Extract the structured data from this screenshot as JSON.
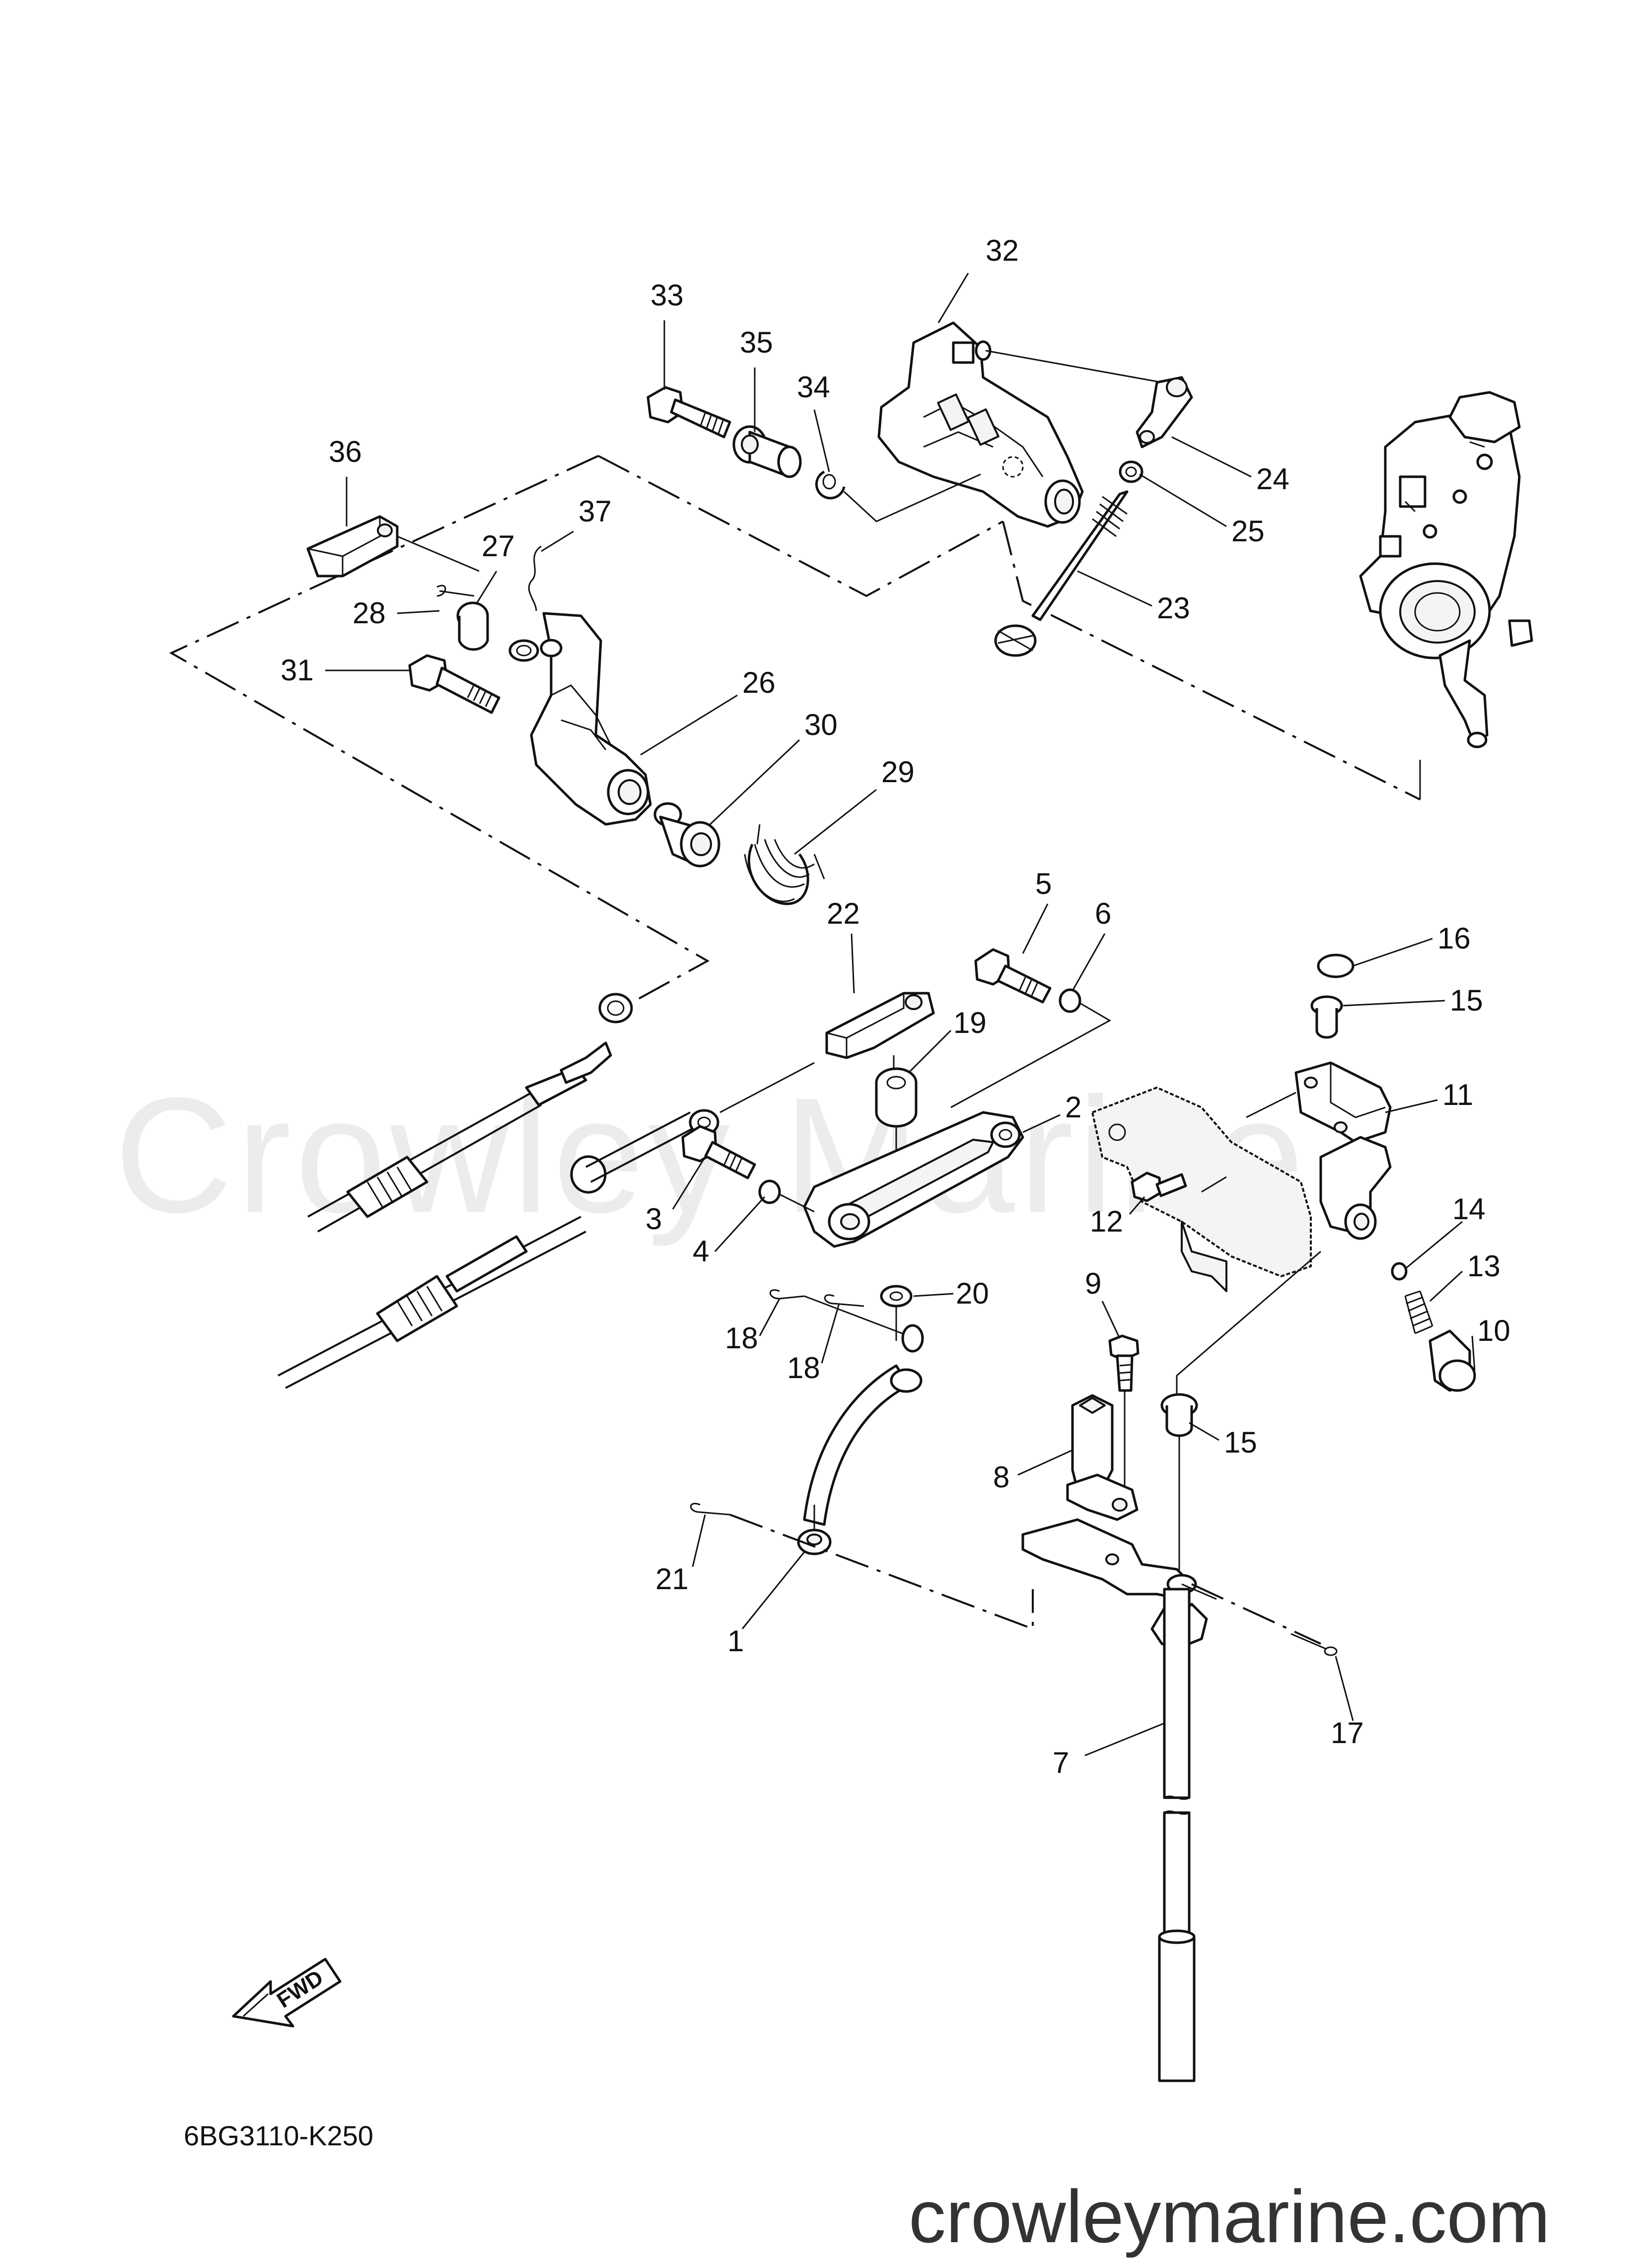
{
  "watermark": "Crowley Marine",
  "site_url": "crowleymarine.com",
  "diagram_code": "6BG3110-K250",
  "fwd_label": "FWD",
  "callouts": [
    "1",
    "2",
    "3",
    "4",
    "5",
    "6",
    "7",
    "8",
    "9",
    "10",
    "11",
    "12",
    "13",
    "14",
    "15",
    "16",
    "17",
    "18",
    "19",
    "20",
    "21",
    "22",
    "23",
    "24",
    "25",
    "26",
    "27",
    "28",
    "29",
    "30",
    "31",
    "32",
    "33",
    "34",
    "35",
    "36",
    "37"
  ]
}
